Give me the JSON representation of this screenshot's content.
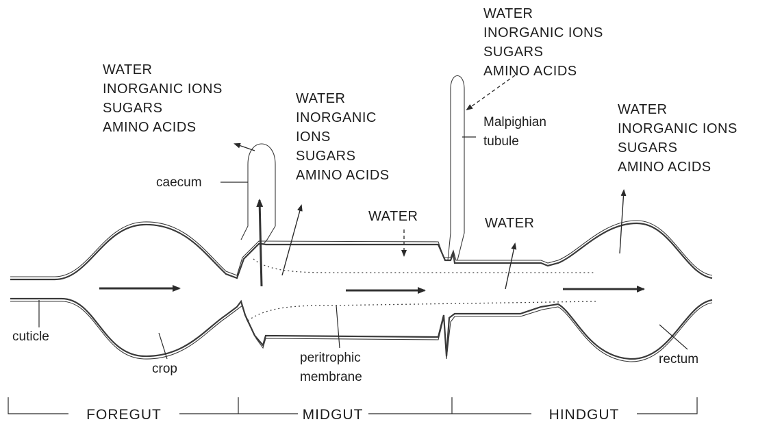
{
  "substances": {
    "caecum": [
      "WATER",
      "INORGANIC IONS",
      "SUGARS",
      "AMINO ACIDS"
    ],
    "midgut": [
      "WATER",
      "INORGANIC",
      "IONS",
      "SUGARS",
      "AMINO ACIDS"
    ],
    "malpighian": [
      "WATER",
      "INORGANIC IONS",
      "SUGARS",
      "AMINO ACIDS"
    ],
    "rectum": [
      "WATER",
      "INORGANIC IONS",
      "SUGARS",
      "AMINO ACIDS"
    ],
    "midgut_water": "WATER",
    "hindgut_water": "WATER"
  },
  "structures": {
    "caecum": "caecum",
    "malpighian_line1": "Malpighian",
    "malpighian_line2": "tubule",
    "cuticle": "cuticle",
    "crop": "crop",
    "peritrophic_line1": "peritrophic",
    "peritrophic_line2": "membrane",
    "rectum": "rectum"
  },
  "regions": {
    "foregut": "FOREGUT",
    "midgut": "MIDGUT",
    "hindgut": "HINDGUT"
  }
}
